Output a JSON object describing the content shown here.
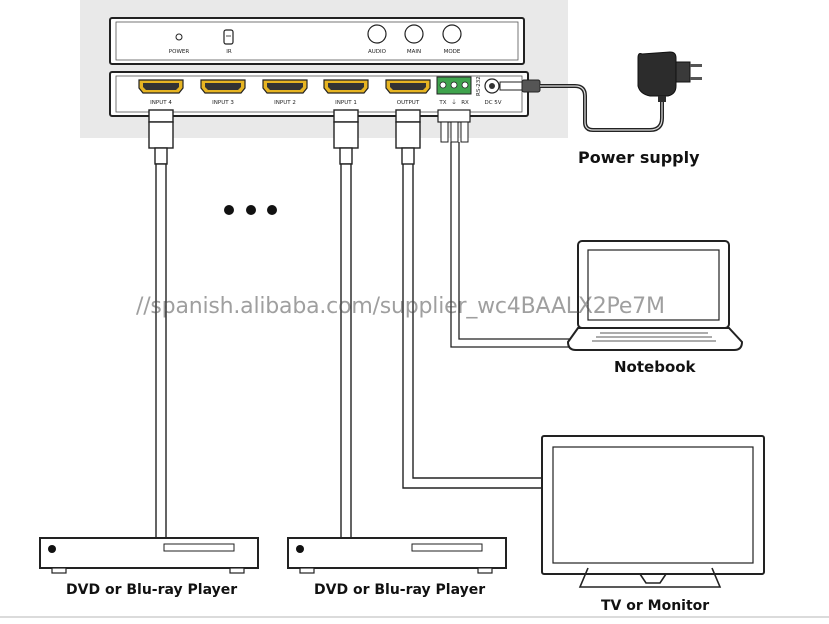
{
  "front_panel": {
    "power_label": "POWER",
    "ir_label": "IR",
    "audio_label": "AUDIO",
    "main_label": "MAIN",
    "mode_label": "MODE"
  },
  "rear_panel": {
    "ports": [
      "INPUT 4",
      "INPUT 3",
      "INPUT 2",
      "INPUT 1",
      "OUTPUT"
    ],
    "rs232_label": "RS-232",
    "tx_label": "TX",
    "rx_label": "RX",
    "dc_label": "DC 5V"
  },
  "devices": {
    "power_supply": "Power supply",
    "notebook": "Notebook",
    "tv": "TV or Monitor",
    "player_left": "DVD or Blu-ray Player",
    "player_right": "DVD or Blu-ray Player"
  },
  "watermark": "//spanish.alibaba.com/supplier_wc4BAALX2Pe7M",
  "colors": {
    "panel_bg": "#e9e9e9",
    "hdmi_gold": "#e6b422",
    "terminal_green": "#3fa34d"
  }
}
